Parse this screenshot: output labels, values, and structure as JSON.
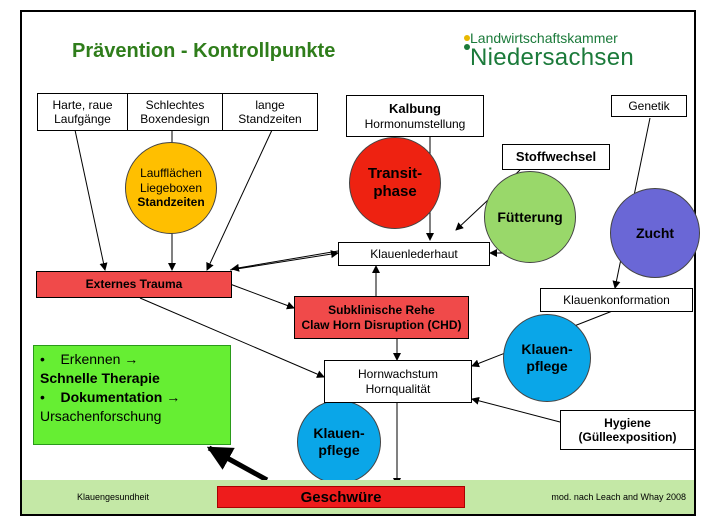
{
  "title": "Prävention - Kontrollpunkte",
  "logo": {
    "line1": "Landwirtschaftskammer",
    "line2": "Niedersachsen"
  },
  "top_boxes": [
    {
      "line1": "Harte, raue",
      "line2": "Laufgänge"
    },
    {
      "line1": "Schlechtes",
      "line2": "Boxendesign"
    },
    {
      "line1": "lange",
      "line2": "Standzeiten"
    }
  ],
  "kalbung": {
    "title": "Kalbung",
    "sub": "Hormonumstellung"
  },
  "genetik": "Genetik",
  "stoffwechsel": "Stoffwechsel",
  "circles": {
    "lauf": {
      "line1": "Laufflächen",
      "line2": "Liegeboxen",
      "line3": "Standzeiten"
    },
    "transit": {
      "line1": "Transit-",
      "line2": "phase"
    },
    "fuetterung": "Fütterung",
    "zucht": "Zucht",
    "klauenpflege_right": {
      "line1": "Klauen-",
      "line2": "pflege"
    },
    "klauenpflege_bottom": {
      "line1": "Klauen-",
      "line2": "pflege"
    }
  },
  "klauenlederhaut": "Klauenlederhaut",
  "externes_trauma": "Externes Trauma",
  "subklinisch": {
    "line1": "Subklinische Rehe",
    "line2": "Claw Horn Disruption (CHD)"
  },
  "klauenkonformation": "Klauenkonformation",
  "hornwachstum": {
    "line1": "Hornwachstum",
    "line2": "Hornqualität"
  },
  "hygiene": {
    "line1": "Hygiene",
    "line2": "(Gülleexposition)"
  },
  "greenbox": {
    "bullet1": "Erkennen",
    "line2": "Schnelle Therapie",
    "bullet2": "Dokumentation",
    "line4": "Ursachenforschung"
  },
  "footer": {
    "left": "Klauengesundheit",
    "center": "Geschwüre",
    "right": "mod. nach Leach and Whay 2008"
  },
  "colors": {
    "title_green": "#2f7d1b",
    "red_box": "#f04a4a",
    "orange": "#ffbf00",
    "transit_red": "#ee2211",
    "light_green": "#99d86a",
    "purple": "#6a67d6",
    "blue": "#0aa6e8",
    "action_green": "#66ee33",
    "footer_green": "#c4e8a6"
  }
}
